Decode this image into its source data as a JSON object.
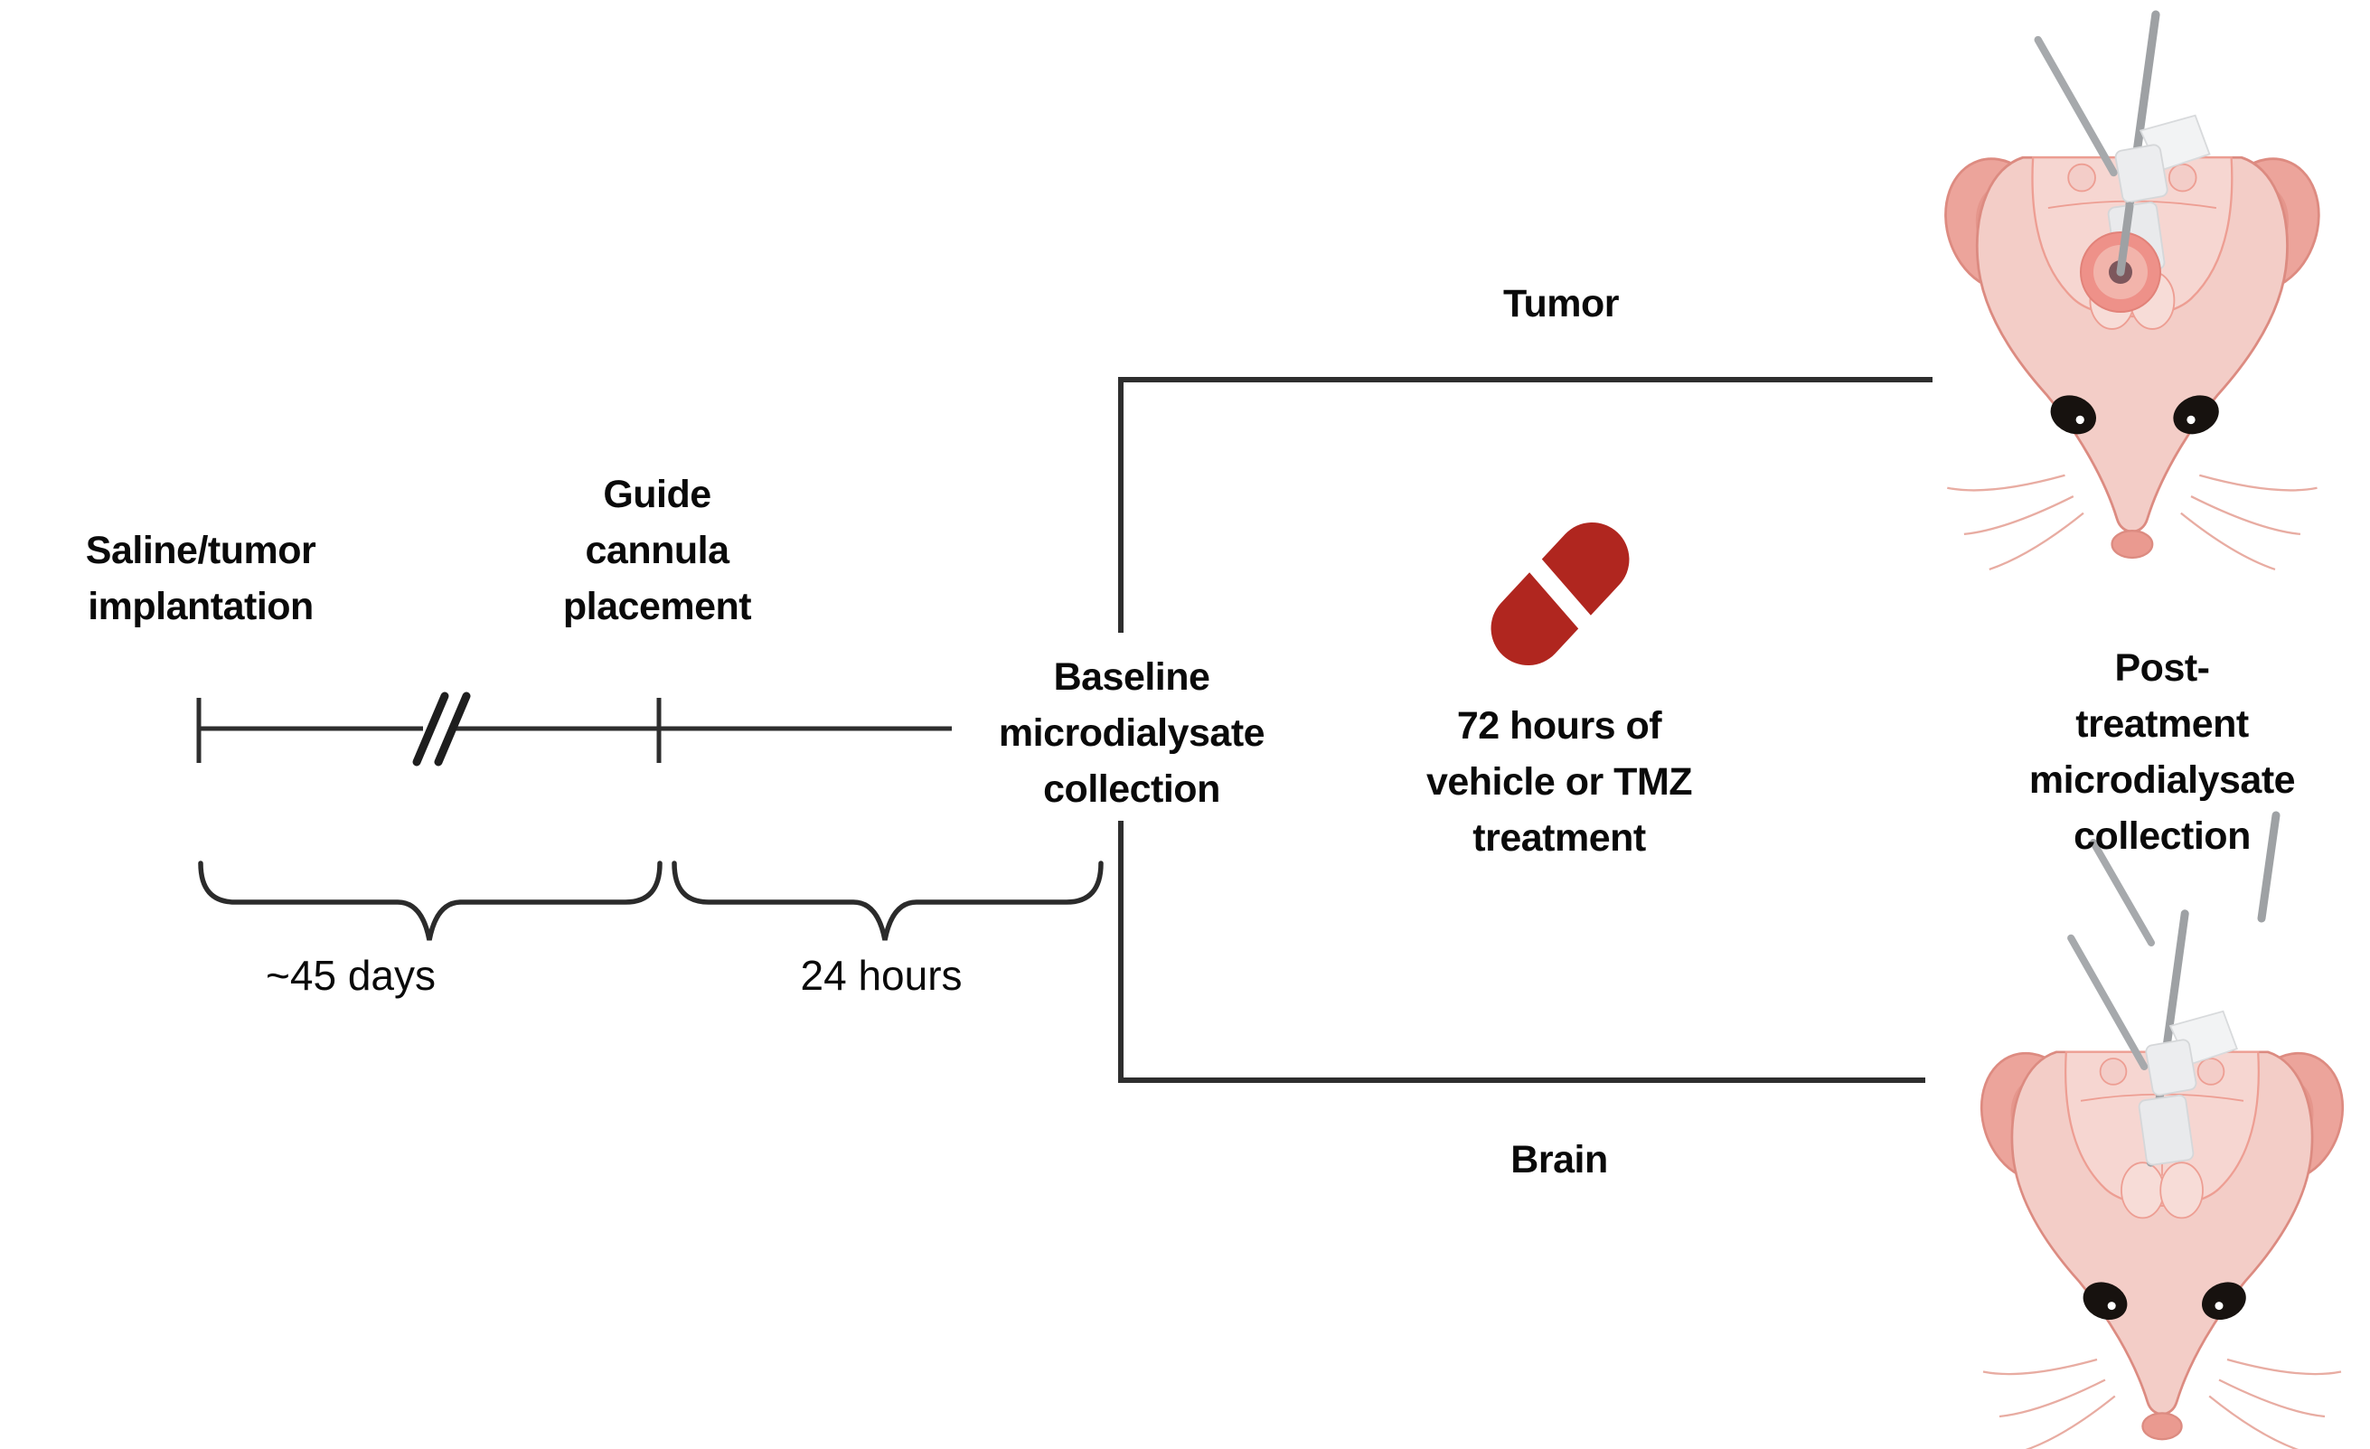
{
  "figure": {
    "background": "#FFFFFF",
    "timeline": {
      "start_label": "Saline/tumor\nimplantation",
      "mid_label": "Guide\ncannula\nplacement",
      "end_label": "Baseline\nmicrodialysate\ncollection",
      "duration_first": "~45 days",
      "duration_second": "24 hours"
    },
    "treatment": {
      "caption": "72 hours of\nvehicle or TMZ\ntreatment"
    },
    "branches": {
      "top_label": "Tumor",
      "bottom_label": "Brain"
    },
    "outcome": {
      "label": "Post-treatment\nmicrodialysate\ncollection"
    },
    "icons": {
      "pill": "pill-icon",
      "timeline_break": "axis-break-icon",
      "mouse_with_tumor": "mouse-head-tumor-illustration",
      "mouse_brain_only": "mouse-head-brain-illustration"
    },
    "colors": {
      "text": "#0A0A0A",
      "line": "#2E2E2E",
      "pill_red": "#B0261F",
      "mouse_skin": "#F3CDC7",
      "mouse_ear": "#ECA49B",
      "mouse_brain": "#F6D6D1",
      "mouse_outline": "#DC8B81",
      "probe_gray": "#9EA1A4",
      "tumor_ring": "#EE9189",
      "tumor_core": "#7D575C"
    }
  }
}
